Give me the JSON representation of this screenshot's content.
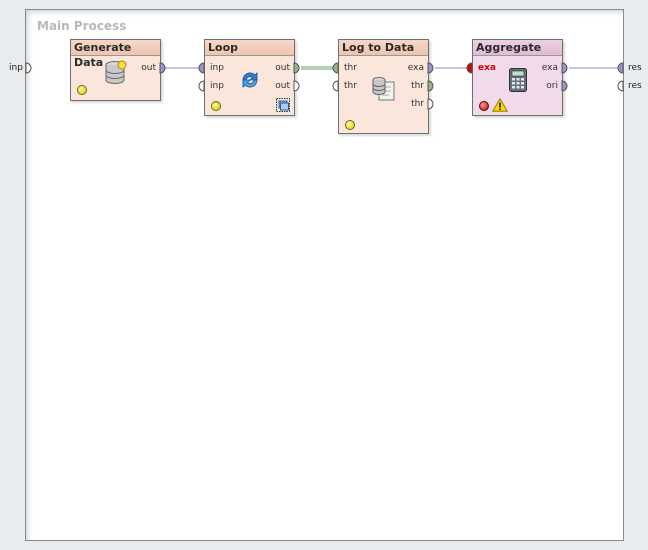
{
  "process": {
    "title": "Main Process",
    "left_port": "inp",
    "right_ports": [
      "res",
      "res"
    ]
  },
  "operators": [
    {
      "name": "Generate Data",
      "in_ports": [],
      "out_ports": [
        "out"
      ],
      "icon": "database-icon",
      "status": "yellow"
    },
    {
      "name": "Loop",
      "in_ports": [
        "inp",
        "inp"
      ],
      "out_ports": [
        "out",
        "out"
      ],
      "icon": "loop-arrows-icon",
      "status": "yellow",
      "subprocess_icon": "subprocess-icon"
    },
    {
      "name": "Log to Data",
      "in_ports": [
        "thr",
        "thr"
      ],
      "out_ports": [
        "exa",
        "thr",
        "thr"
      ],
      "icon": "log-document-icon",
      "status": "yellow"
    },
    {
      "name": "Aggregate",
      "in_ports": [
        "exa"
      ],
      "out_ports": [
        "exa",
        "ori"
      ],
      "icon": "calculator-icon",
      "status": "red",
      "warning_icon": "warning-icon"
    }
  ],
  "colors": {
    "example_port": "#9b94c9",
    "generic_port": "#ffffff",
    "loop_output_port": "#8fb98a",
    "error_label": "#d40000",
    "wire_example": "#8f87c4",
    "wire_generic": "#6aa566"
  }
}
